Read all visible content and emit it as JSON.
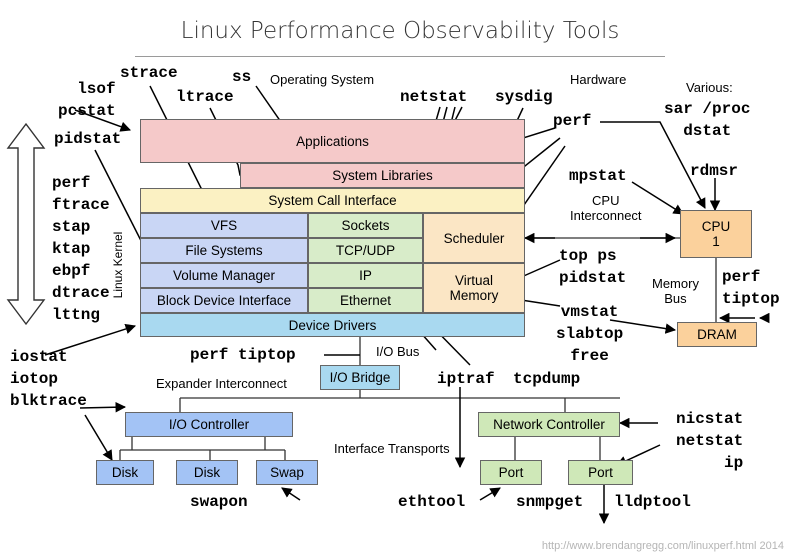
{
  "title": "Linux Performance Observability Tools",
  "credit": "http://www.brendangregg.com/linuxperf.html 2014",
  "colors": {
    "apps": "#f5c9c9",
    "syslib": "#f5c9c9",
    "syscall": "#fbf1c3",
    "vfs": "#c9d6f5",
    "net": "#d8ecc9",
    "cpu": "#fbe6c5",
    "hw": "#fbd19c",
    "drivers": "#a9d9f0",
    "iobus": "#a9d9f0",
    "ioctl": "#a3c3f5",
    "netctl": "#cfe8b8"
  },
  "labels": {
    "operating_system": "Operating System",
    "hardware": "Hardware",
    "various": "Various:",
    "linux_kernel": "Linux Kernel",
    "cpu_interconnect": "CPU\nInterconnect",
    "memory_bus": "Memory\nBus",
    "io_bus": "I/O Bus",
    "expander_interconnect": "Expander Interconnect",
    "interface_transports": "Interface Transports"
  },
  "components": {
    "applications": "Applications",
    "system_libraries": "System Libraries",
    "system_call_interface": "System Call Interface",
    "vfs": "VFS",
    "file_systems": "File Systems",
    "volume_manager": "Volume Manager",
    "block_device_interface": "Block Device Interface",
    "sockets": "Sockets",
    "tcp_udp": "TCP/UDP",
    "ip": "IP",
    "ethernet": "Ethernet",
    "scheduler": "Scheduler",
    "virtual_memory": "Virtual\nMemory",
    "device_drivers": "Device Drivers",
    "cpu": "CPU\n1",
    "dram": "DRAM",
    "io_bridge": "I/O Bridge",
    "io_controller": "I/O Controller",
    "network_controller": "Network Controller",
    "disk_1": "Disk",
    "disk_2": "Disk",
    "swap": "Swap",
    "port_1": "Port",
    "port_2": "Port"
  },
  "tools": {
    "strace": "strace",
    "ss": "ss",
    "lsof_pcstat": "lsof\npcstat",
    "ltrace": "ltrace",
    "pidstat_left": "pidstat",
    "kernel_tools": "perf\nftrace\nstap\nktap\nebpf\ndtrace\nlttng",
    "netstat_top": "netstat",
    "sysdig": "sysdig",
    "various_tools": "sar /proc\ndstat",
    "perf_top": "perf",
    "mpstat": "mpstat",
    "rdmsr": "rdmsr",
    "top_ps_pidstat": "top ps\npidstat",
    "perf_tiptop_right": "perf\ntiptop",
    "vmstat_group": "vmstat\nslabtop\nfree",
    "perf_tiptop_center": "perf tiptop",
    "io_tools": "iostat\niotop\nblktrace",
    "iptraf": "iptraf",
    "tcpdump": "tcpdump",
    "net_tools": "nicstat\nnetstat\nip",
    "swapon": "swapon",
    "ethtool": "ethtool",
    "snmpget": "snmpget",
    "lldptool": "lldptool"
  }
}
